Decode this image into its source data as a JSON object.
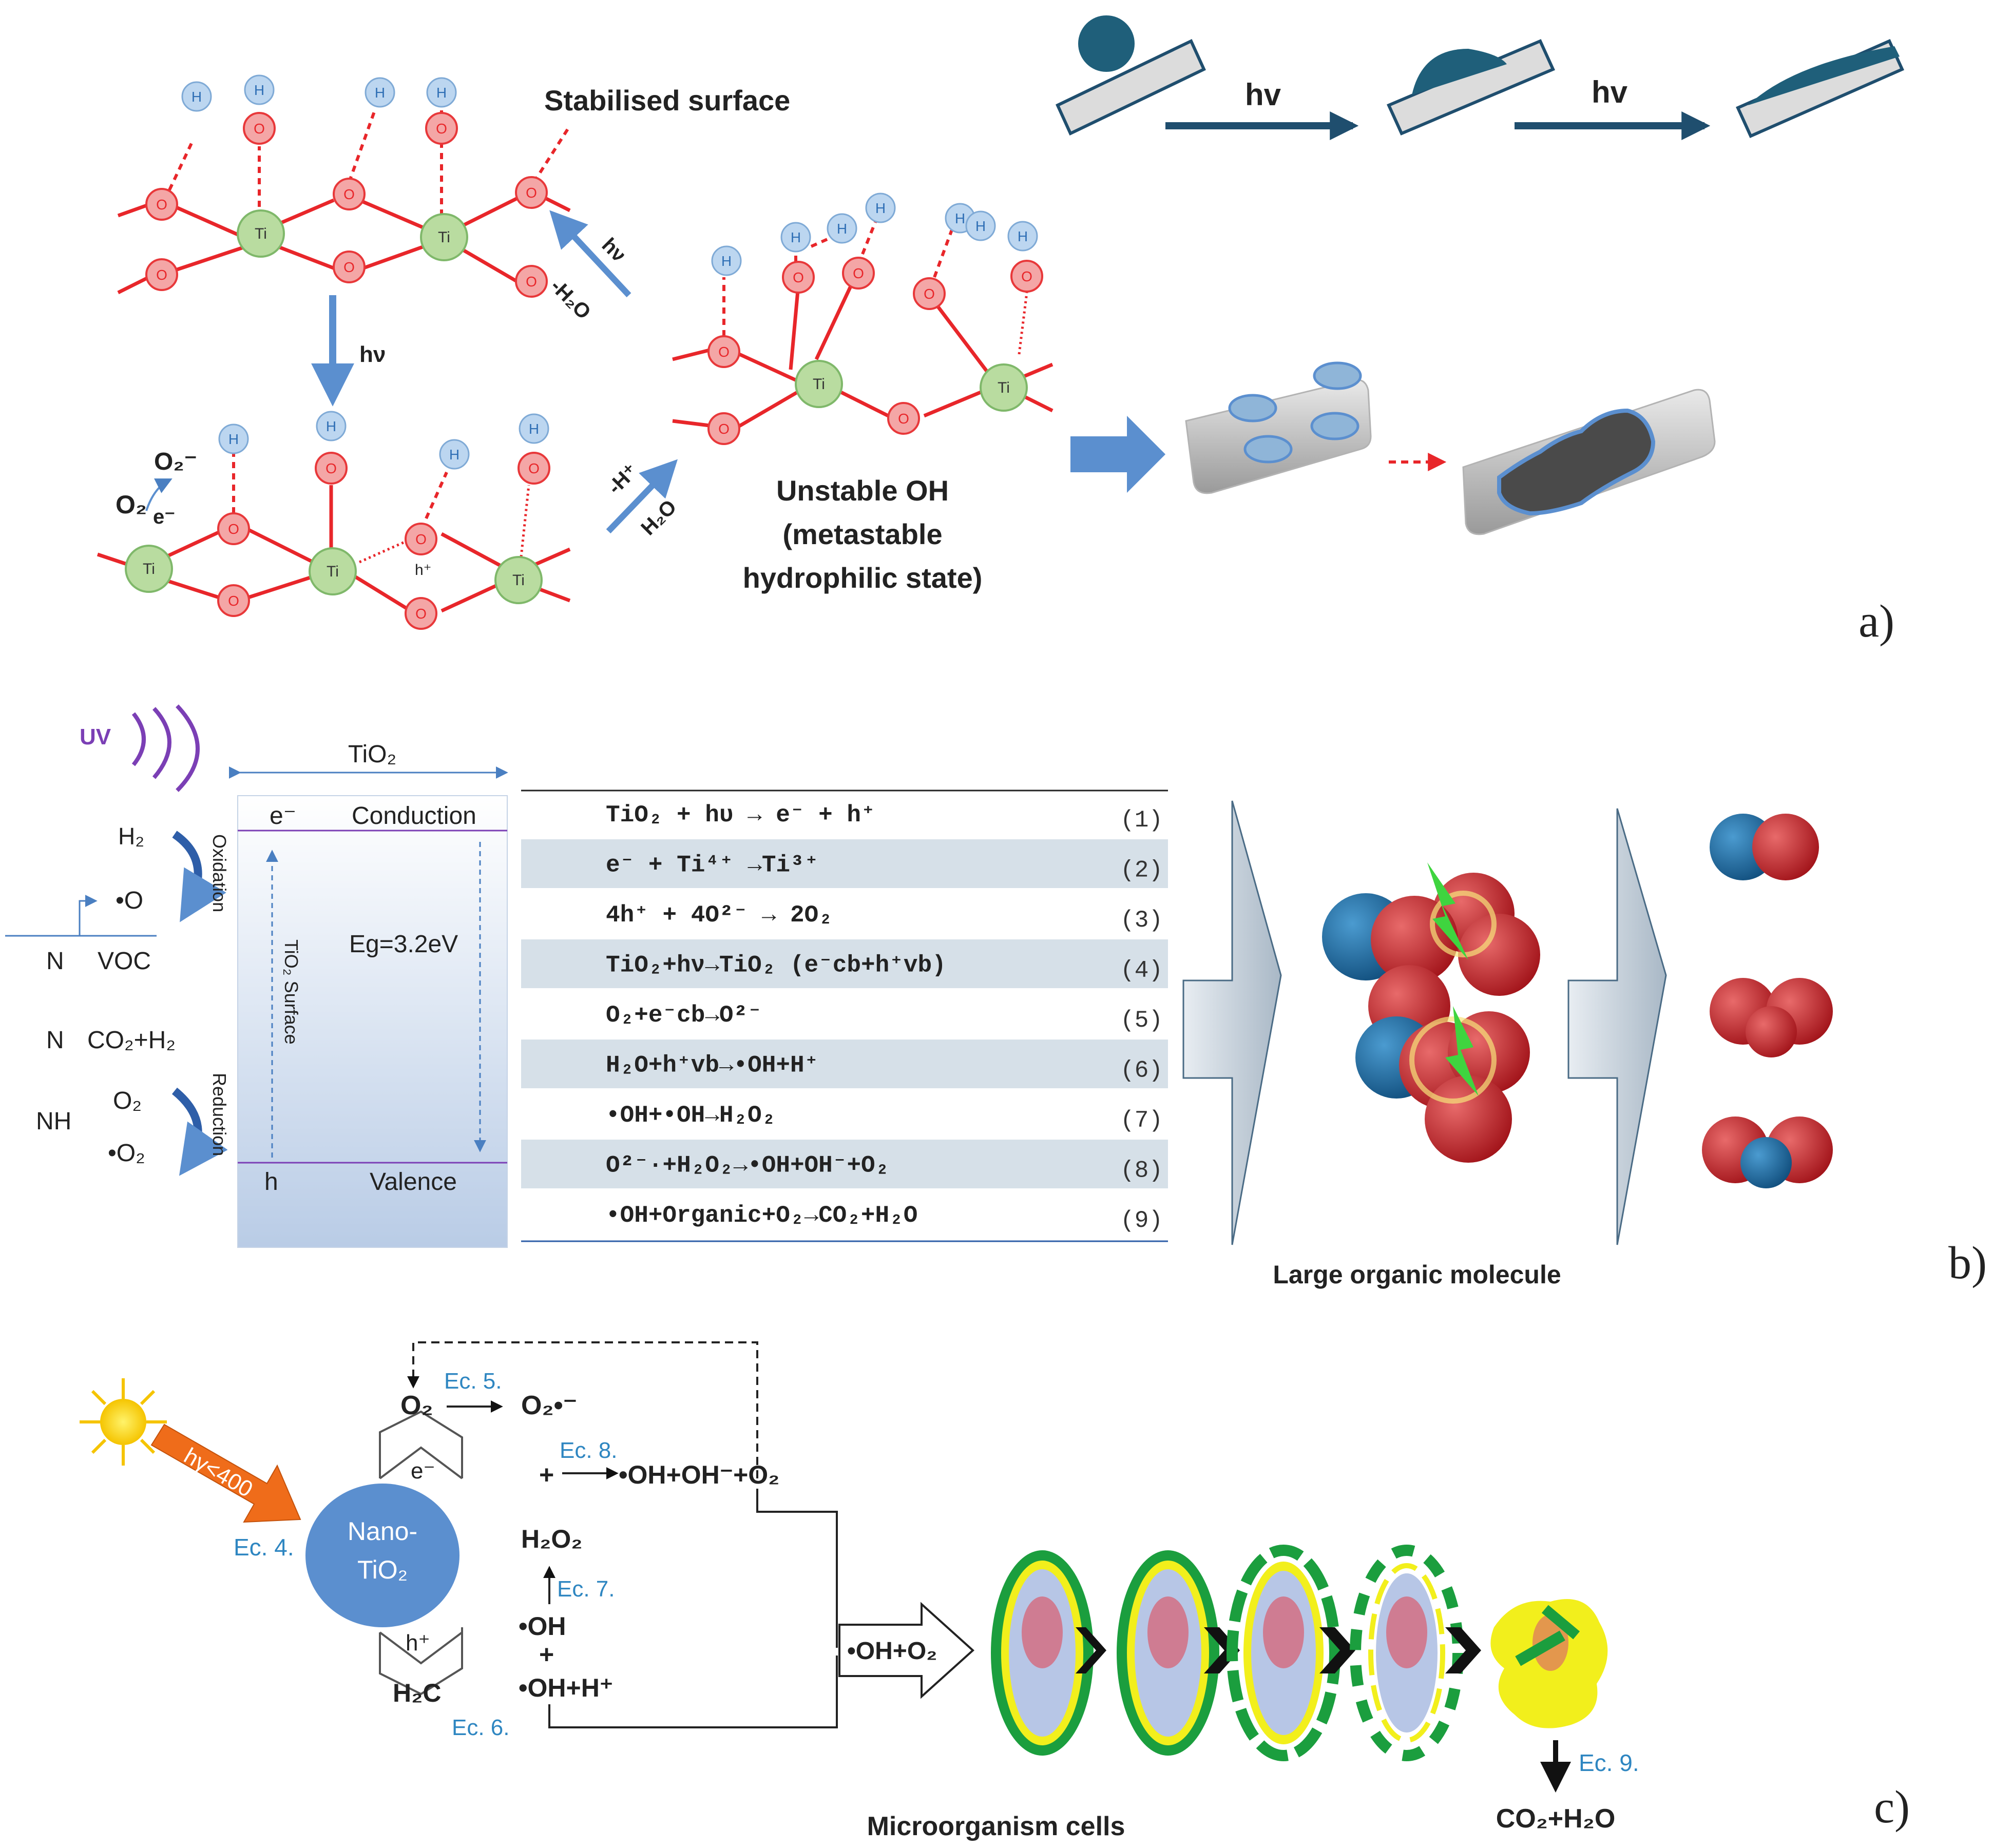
{
  "panel_a": {
    "stabilised_label": "Stabilised surface",
    "unstable_line1": "Unstable OH",
    "unstable_line2": "(metastable",
    "unstable_line3": "hydrophilic state)",
    "hv": "hν",
    "minus_h2o": "-H₂O",
    "minus_hplus": "-H⁺",
    "h2o": "H₂O",
    "o2_minus": "O₂⁻",
    "o2": "O₂",
    "e_minus": "e⁻",
    "h_plus": "h⁺",
    "atom_h": "H",
    "atom_o": "O",
    "atom_ti": "Ti",
    "droplet_hv1": "hv",
    "droplet_hv2": "hv",
    "panel_label": "a)"
  },
  "panel_b": {
    "uv": "UV",
    "tio2": "TiO₂",
    "conduction": "Conduction",
    "valence": "Valence",
    "e_minus": "e⁻",
    "h": "h",
    "eg": "Eg=3.2eV",
    "tio2_surface": "TiO₂ Surface",
    "oxidation": "Oxidation",
    "reduction": "Reduction",
    "h2": "H₂",
    "dot_o": "•O",
    "n1": "N",
    "voc": "VOC",
    "n2": "N",
    "co2h2": "CO₂+H₂",
    "nh": "NH",
    "o2": "O₂",
    "dot_o2": "•O₂",
    "equations": [
      {
        "text": "TiO₂ + hυ → e⁻ + h⁺",
        "num": "(1)"
      },
      {
        "text": "e⁻ + Ti⁴⁺ →Ti³⁺",
        "num": "(2)"
      },
      {
        "text": "4h⁺ + 4O²⁻ → 2O₂",
        "num": "(3)"
      },
      {
        "text": "TiO₂+hν→TiO₂ (e⁻cb+h⁺vb)",
        "num": "(4)"
      },
      {
        "text": "O₂+e⁻cb→O²⁻",
        "num": "(5)"
      },
      {
        "text": "H₂O+h⁺vb→•OH+H⁺",
        "num": "(6)"
      },
      {
        "text": "•OH+•OH→H₂O₂",
        "num": "(7)"
      },
      {
        "text": "O²⁻·+H₂O₂→•OH+OH⁻+O₂",
        "num": "(8)"
      },
      {
        "text": "•OH+Organic+O₂→CO₂+H₂O",
        "num": "(9)"
      }
    ],
    "large_molecule": "Large organic molecule",
    "panel_label": "b)"
  },
  "panel_c": {
    "hv400": "hγ<400",
    "nano1": "Nano-",
    "nano2": "TiO₂",
    "ec4": "Ec. 4.",
    "ec5": "Ec. 5.",
    "ec6": "Ec. 6.",
    "ec7": "Ec. 7.",
    "ec8": "Ec. 8.",
    "ec9": "Ec. 9.",
    "o2": "O₂",
    "o2_rad": "O₂•⁻",
    "plus1": "+",
    "oh_oh_o2": "•OH+OH⁻+O₂",
    "h2o2": "H₂O₂",
    "oh": "•OH",
    "plus2": "+",
    "oh_h": "•OH+H⁺",
    "h2o_partial": "H₂C",
    "e_minus": "e⁻",
    "h_plus": "h⁺",
    "oh_o2": "•OH+O₂",
    "microorganism": "Microorganism cells",
    "co2h2o": "CO₂+H₂O",
    "panel_label": "c)"
  },
  "colors": {
    "oxygen": "#f4a6a6",
    "oxygen_stroke": "#e8383a",
    "hydrogen": "#bcd6f0",
    "titanium": "#b9dca0",
    "bond": "#e8262a",
    "arrow_blue": "#5b8fcf",
    "dark_teal": "#1f4e6e",
    "purple": "#7b3fb5",
    "tio2_ball": "#5b8fcf",
    "eq_band": "#d6e0e8",
    "chevron": "#a7b7c6",
    "ec_blue": "#2e86c1",
    "orange": "#ef6c1a",
    "cell_green": "#1b9e3e",
    "cell_yellow": "#f2ef1c"
  }
}
